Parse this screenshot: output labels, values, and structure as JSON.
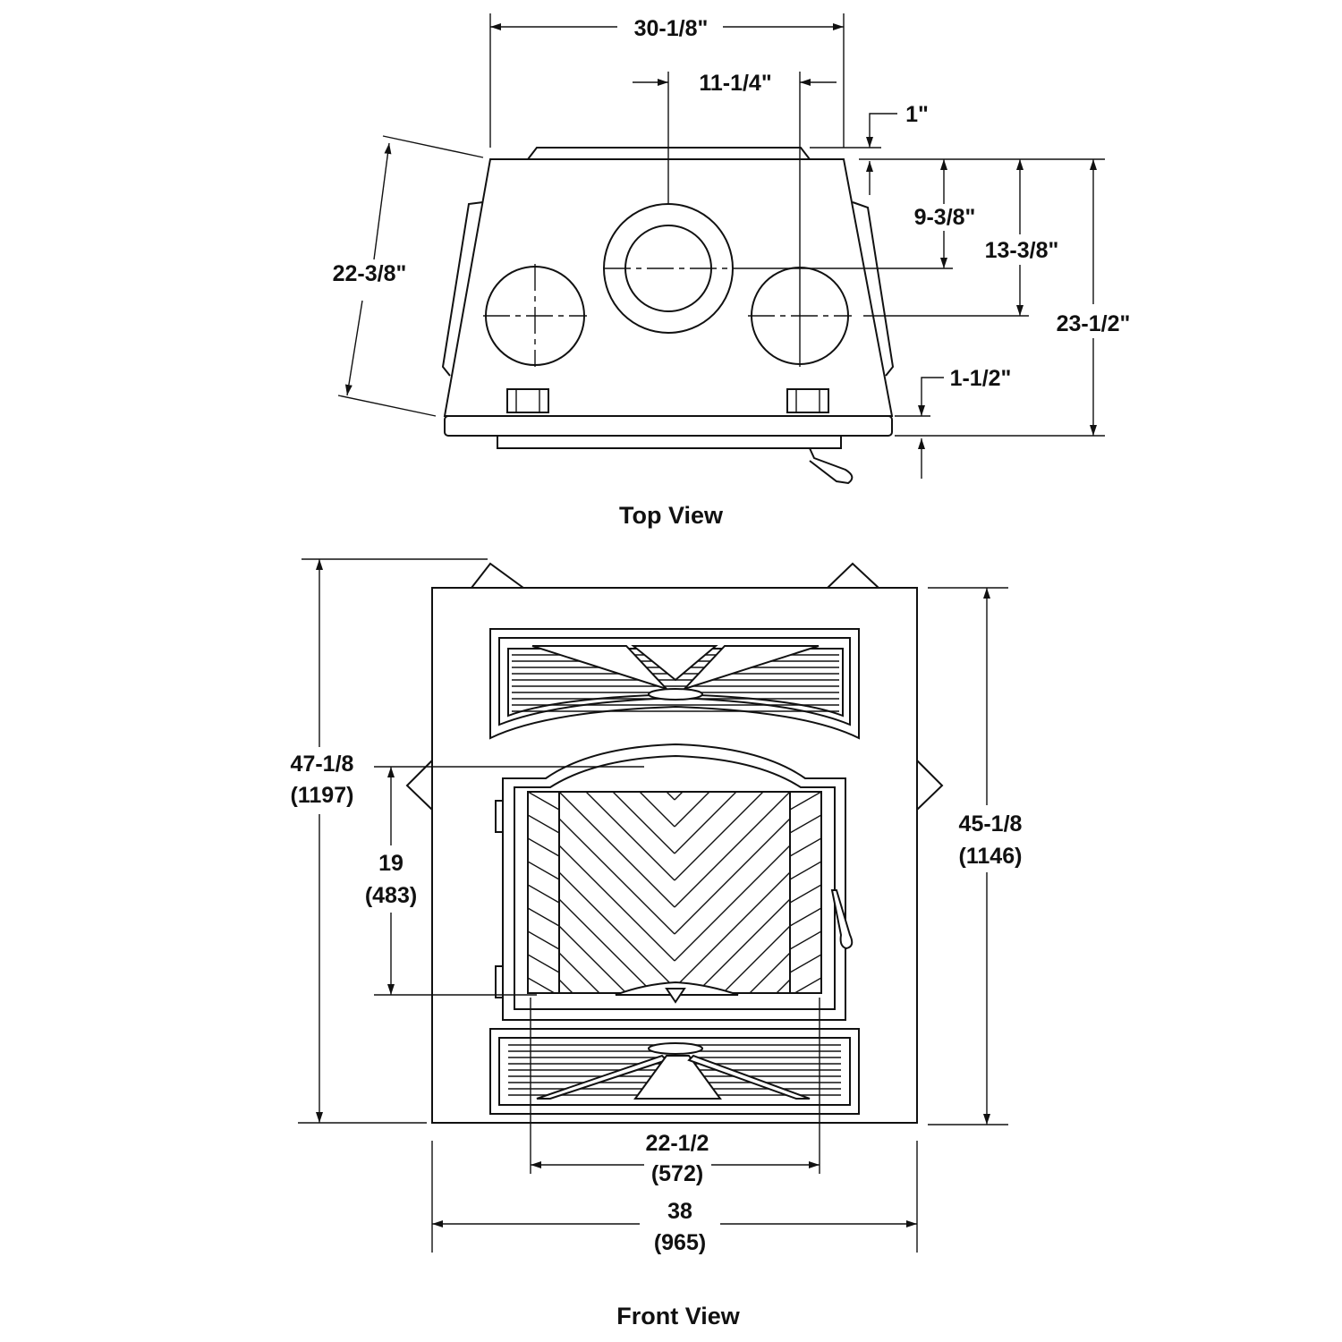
{
  "top_view": {
    "caption": "Top View",
    "dims": {
      "overall_width": "30-1/8\"",
      "flue_spacing": "11-1/4\"",
      "top_offset": "1\"",
      "center_flue_depth": "9-3/8\"",
      "side_flue_depth": "13-3/8\"",
      "overall_depth": "23-1/2\"",
      "side_depth": "22-3/8\"",
      "front_lip": "1-1/2\""
    }
  },
  "front_view": {
    "caption": "Front View",
    "dims": {
      "overall_height": "47-1/8",
      "overall_height_mm": "(1197)",
      "opening_height": "19",
      "opening_height_mm": "(483)",
      "face_height": "45-1/8",
      "face_height_mm": "(1146)",
      "opening_width": "22-1/2",
      "opening_width_mm": "(572)",
      "face_width": "38",
      "face_width_mm": "(965)"
    }
  }
}
